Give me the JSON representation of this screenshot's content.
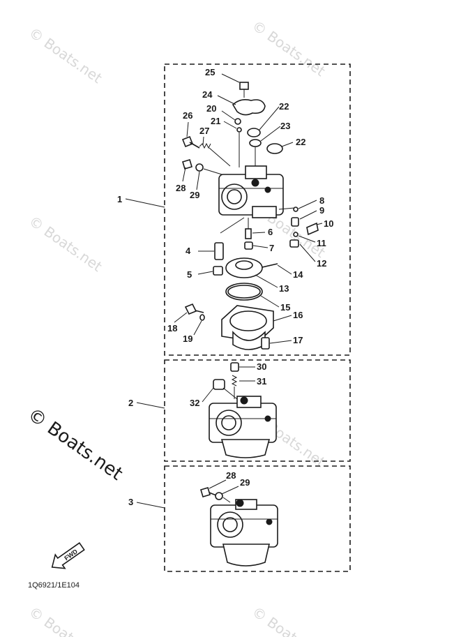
{
  "labels": {
    "l1": "1",
    "l2": "2",
    "l3": "3",
    "l4": "4",
    "l5": "5",
    "l6": "6",
    "l7": "7",
    "l8": "8",
    "l9": "9",
    "l10": "10",
    "l11": "11",
    "l12": "12",
    "l13": "13",
    "l14": "14",
    "l15": "15",
    "l16": "16",
    "l17": "17",
    "l18": "18",
    "l19": "19",
    "l20": "20",
    "l21": "21",
    "l22a": "22",
    "l22b": "22",
    "l23": "23",
    "l24": "24",
    "l25": "25",
    "l26": "26",
    "l27": "27",
    "l28a": "28",
    "l29a": "29",
    "l28b": "28",
    "l29b": "29",
    "l30": "30",
    "l31": "31",
    "l32": "32"
  },
  "watermark": "© Boats.net",
  "fwd_label": "FWD",
  "diagram_code": "1Q6921/1E104"
}
